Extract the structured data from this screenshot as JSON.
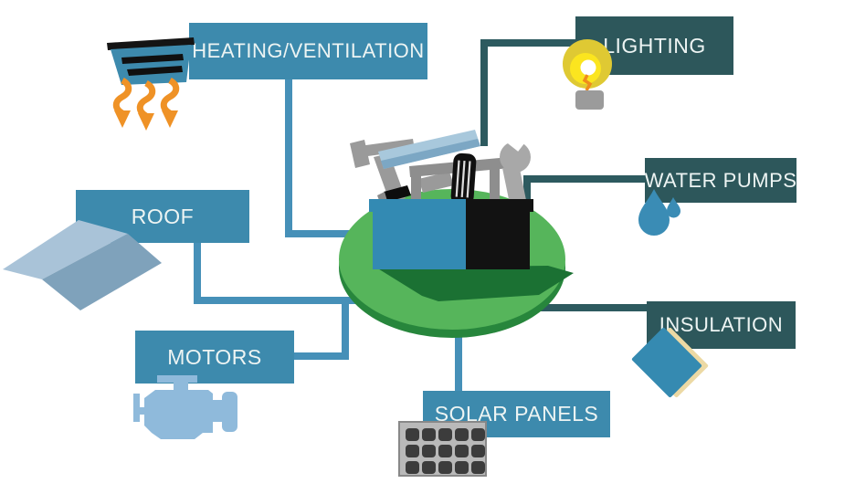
{
  "diagram": {
    "nodes": [
      {
        "id": "heating-ventilation",
        "label": "HEATING/VENTILATION",
        "box_color": "#3d8aad",
        "icon": "air-vent-with-heat-arrows"
      },
      {
        "id": "lighting",
        "label": "LIGHTING",
        "box_color": "#2d575b",
        "icon": "light-bulb"
      },
      {
        "id": "water-pumps",
        "label": "WATER PUMPS",
        "box_color": "#2d575b",
        "icon": "water-drops"
      },
      {
        "id": "insulation",
        "label": "INSULATION",
        "box_color": "#2d575b",
        "icon": "insulation-panel"
      },
      {
        "id": "solar-panels",
        "label": "SOLAR PANELS",
        "box_color": "#3d8aad",
        "icon": "solar-panel"
      },
      {
        "id": "motors",
        "label": "MOTORS",
        "box_color": "#3d8aad",
        "icon": "engine"
      },
      {
        "id": "roof",
        "label": "ROOF",
        "box_color": "#3d8aad",
        "icon": "roof-section"
      }
    ],
    "center": {
      "name": "toolbox-on-green-platform",
      "description": "Toolbox full of tools (hammer, level, wrench, file) standing on a green oval platform"
    },
    "colors": {
      "blue_box": "#3d8aad",
      "teal_box": "#2d575b",
      "blue_connector": "#4690b8",
      "teal_connector": "#2d5a5f",
      "label_text": "#edf4f3",
      "platform_green": "#56b55b",
      "platform_rim": "#27863c",
      "platform_shadow": "#1b7133",
      "toolbox_blue": "#338ab3",
      "toolbox_black": "#121212",
      "heat_orange": "#ef9226",
      "bulb_yellow": "#fbe51f",
      "water_blue": "#3a8cb5",
      "background": "#ffffff"
    }
  }
}
